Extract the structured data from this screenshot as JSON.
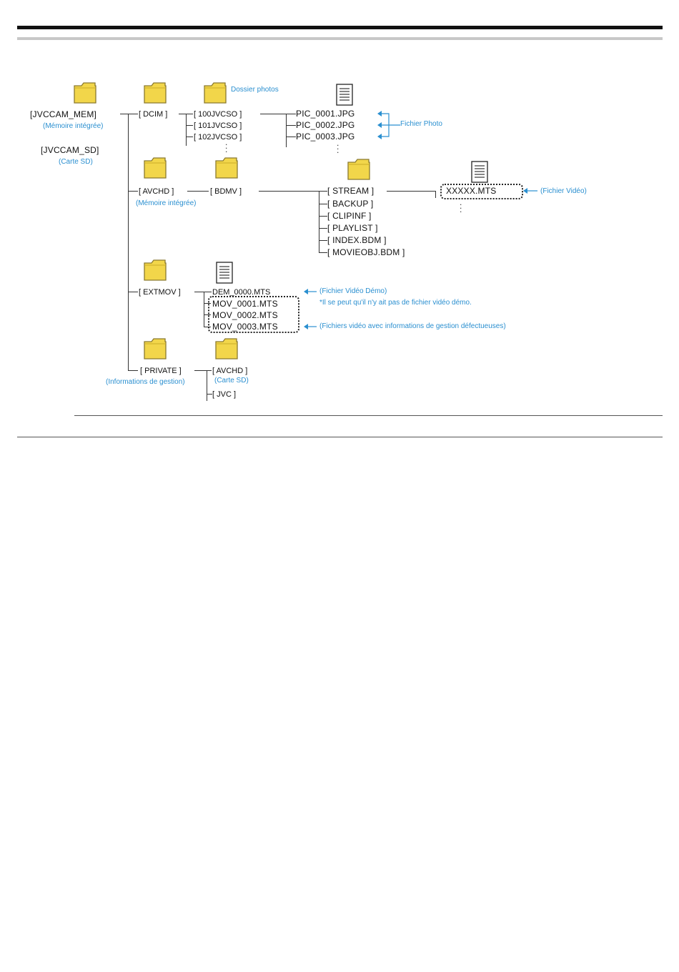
{
  "tree": {
    "root_mem": "[JVCCAM_MEM]",
    "root_mem_note": "(Mémoire intégrée)",
    "root_sd": "[JVCCAM_SD]",
    "root_sd_note": "(Carte SD)",
    "dcim": "[ DCIM ]",
    "dcim_folders": [
      "[ 100JVCSO ]",
      "[ 101JVCSO ]",
      "[ 102JVCSO ]"
    ],
    "photo_folder_note": "Dossier photos",
    "photo_files": [
      "PIC_0001.JPG",
      "PIC_0002.JPG",
      "PIC_0003.JPG"
    ],
    "photo_file_note": "Fichier Photo",
    "avchd": "[ AVCHD ]",
    "avchd_note": "(Mémoire intégrée)",
    "bdmv": "[ BDMV ]",
    "bdmv_children": [
      "[ STREAM ]",
      "[ BACKUP ]",
      "[ CLIPINF ]",
      "[ PLAYLIST ]",
      "[ INDEX.BDM ]",
      "[ MOVIEOBJ.BDM ]"
    ],
    "stream_file": "XXXXX.MTS",
    "stream_file_note": "(Fichier Vidéo)",
    "extmov": "[ EXTMOV ]",
    "demo_file": "DEM_0000.MTS",
    "demo_note": "(Fichier Vidéo Démo)",
    "demo_footnote": "*Il se peut qu'il n'y ait pas de fichier vidéo démo.",
    "mov_files": [
      "MOV_0001.MTS",
      "MOV_0002.MTS",
      "MOV_0003.MTS"
    ],
    "mov_note": "(Fichiers vidéo avec informations de gestion défectueuses)",
    "private": "[ PRIVATE ]",
    "private_note": "(Informations de gestion)",
    "private_avchd": "[ AVCHD ]",
    "private_avchd_note": "(Carte SD)",
    "jvc": "[ JVC ]"
  },
  "colors": {
    "note_blue": "#2a8fd0",
    "folder_yellow": "#f2d64a",
    "folder_outline": "#8a7a30"
  },
  "icons": {
    "folder": "folder-icon",
    "file": "file-icon",
    "arrow": "arrow-left-icon"
  }
}
